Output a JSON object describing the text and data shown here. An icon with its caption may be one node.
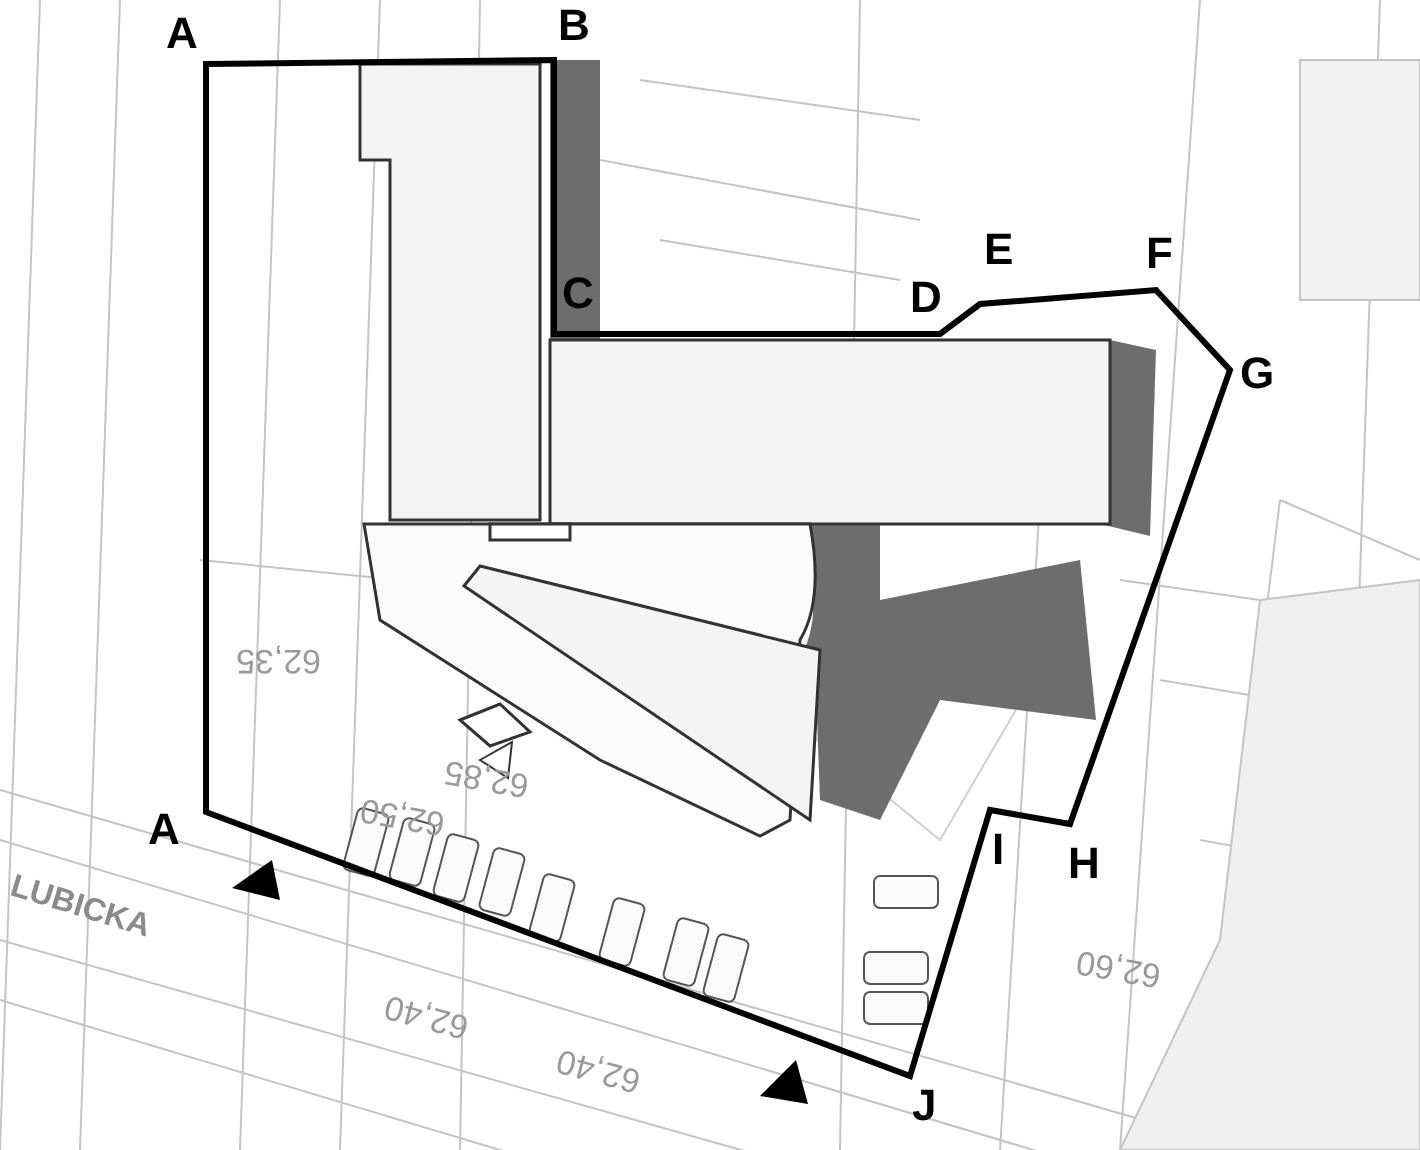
{
  "diagram": {
    "labels": [
      "A",
      "B",
      "C",
      "D",
      "E",
      "F",
      "G",
      "62,35",
      "62,85",
      "A",
      "62,50",
      "I",
      "H",
      "LUBICKA",
      "62,60",
      "62,40",
      "62,40",
      "J"
    ]
  }
}
